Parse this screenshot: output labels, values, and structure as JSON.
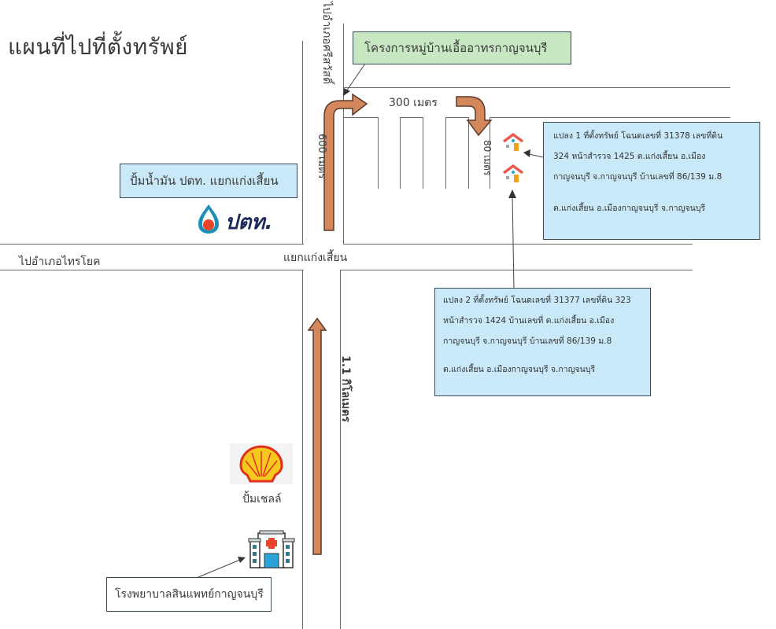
{
  "title": "แผนที่ไปที่ตั้งทรัพย์",
  "roads": {
    "north_label": "ไปอำเภอศรีสวัสดิ์",
    "west_label": "ไปอำเภอไทรโยค",
    "junction_label": "แยกแก่งเสี้ยน"
  },
  "distances": {
    "north_600": "600 เมตร",
    "east_300": "300 เมตร",
    "south_80": "80 เมตร",
    "south_1_1km": "1.1 กิโลเมตร"
  },
  "landmarks": {
    "village": "โครงการหมู่บ้านเอื้ออาทรกาญจนบุรี",
    "ptt_station": "ปั้มน้ำมัน ปตท. แยกแก่งเสี้ยน",
    "ptt_logo_text": "ปตท.",
    "shell_station": "ปั้มเชลล์",
    "hospital": "โรงพยาบาลสินแพทย์กาญจนบุรี"
  },
  "plot1": {
    "lines": [
      "แปลง 1 ที่ตั้งทรัพย์ โฉนดเลขที่ 31378 เลขที่ดิน",
      "324 หน้าสำรวจ 1425 ต.แก่งเสี้ยน อ.เมือง",
      "กาญจนบุรี จ.กาญจนบุรี บ้านเลขที่ 86/139 ม.8",
      "",
      "ต.แก่งเสี้ยน อ.เมืองกาญจนบุรี จ.กาญจนบุรี"
    ]
  },
  "plot2": {
    "lines": [
      "แปลง 2 ที่ตั้งทรัพย์ โฉนดเลขที่ 31377 เลขที่ดิน 323",
      "หน้าสำรวจ 1424 บ้านเลขที่ ต.แก่งเสี้ยน อ.เมือง",
      "กาญจนบุรี จ.กาญจนบุรี บ้านเลขที่ 86/139 ม.8",
      "",
      "ต.แก่งเสี้ยน อ.เมืองกาญจนบุรี จ.กาญจนบุรี"
    ]
  },
  "colors": {
    "arrow_fill": "#d4875a",
    "arrow_stroke": "#5a3a2a",
    "info_box": "#c9e8f8",
    "village_box": "#c7e6c2",
    "road_line": "#6b6b6b"
  }
}
